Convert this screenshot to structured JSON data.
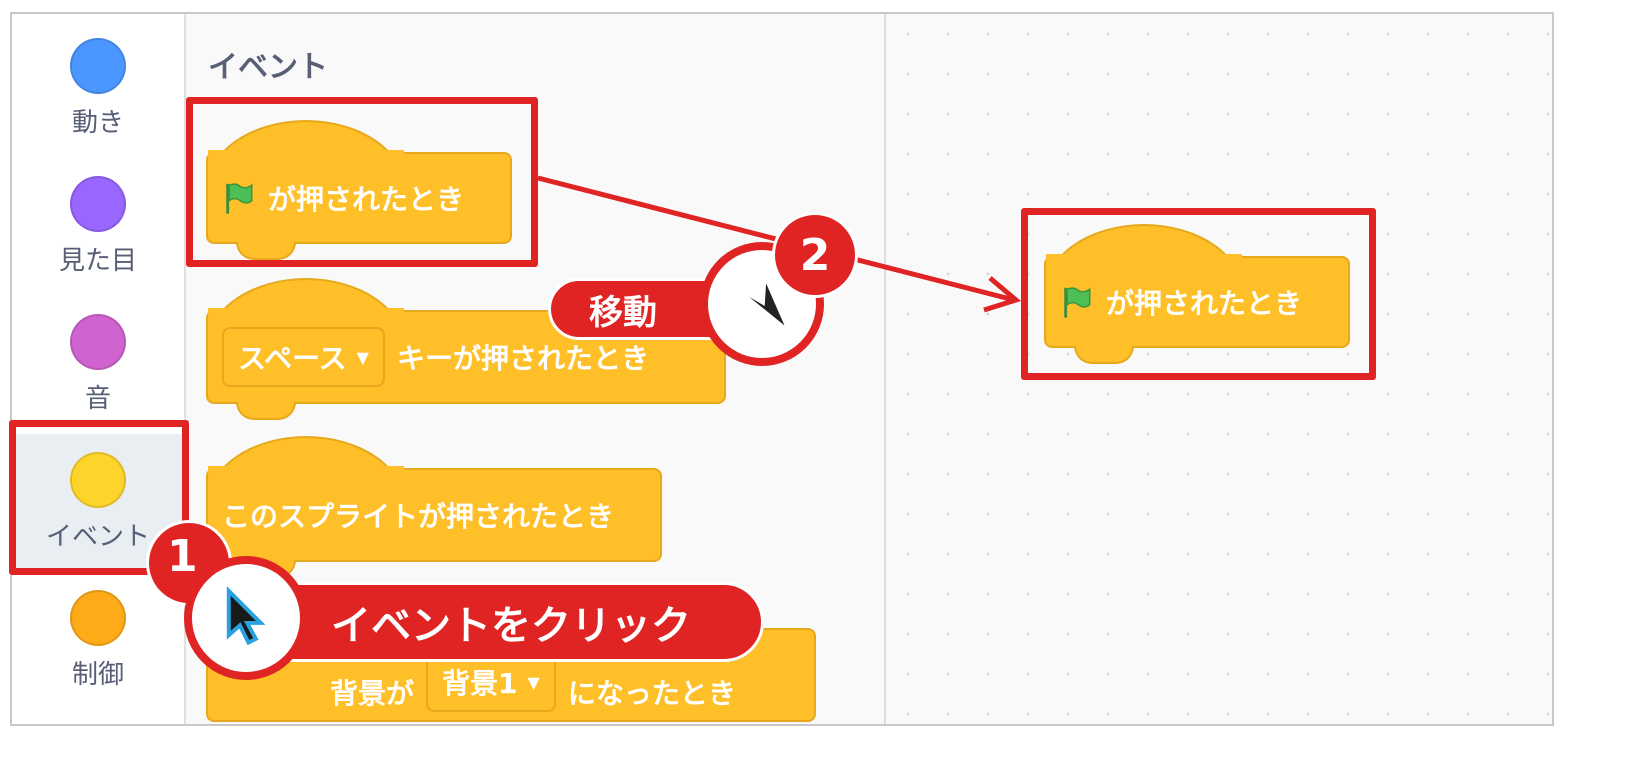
{
  "sidebar": {
    "items": [
      {
        "label": "動き",
        "color": "#4c97ff"
      },
      {
        "label": "見た目",
        "color": "#9966ff"
      },
      {
        "label": "音",
        "color": "#cf63cf"
      },
      {
        "label": "イベント",
        "color": "#ffd42a",
        "selected": true
      },
      {
        "label": "制御",
        "color": "#ffab19"
      }
    ]
  },
  "palette": {
    "title": "イベント",
    "blocks": [
      {
        "text": "が押されたとき",
        "icon": "green-flag-icon"
      },
      {
        "dropdown": "スペース",
        "text": "キーが押されたとき"
      },
      {
        "text": "このスプライトが押されたとき"
      },
      {
        "prefix": "背景が",
        "dropdown": "背景1",
        "text": "になったとき"
      }
    ]
  },
  "script": {
    "block": {
      "text": "が押されたとき",
      "icon": "green-flag-icon"
    }
  },
  "annotations": {
    "step1": {
      "number": "1",
      "label": "イベントをクリック"
    },
    "step2": {
      "number": "2",
      "label": "移動"
    },
    "accent": "#e02424"
  }
}
